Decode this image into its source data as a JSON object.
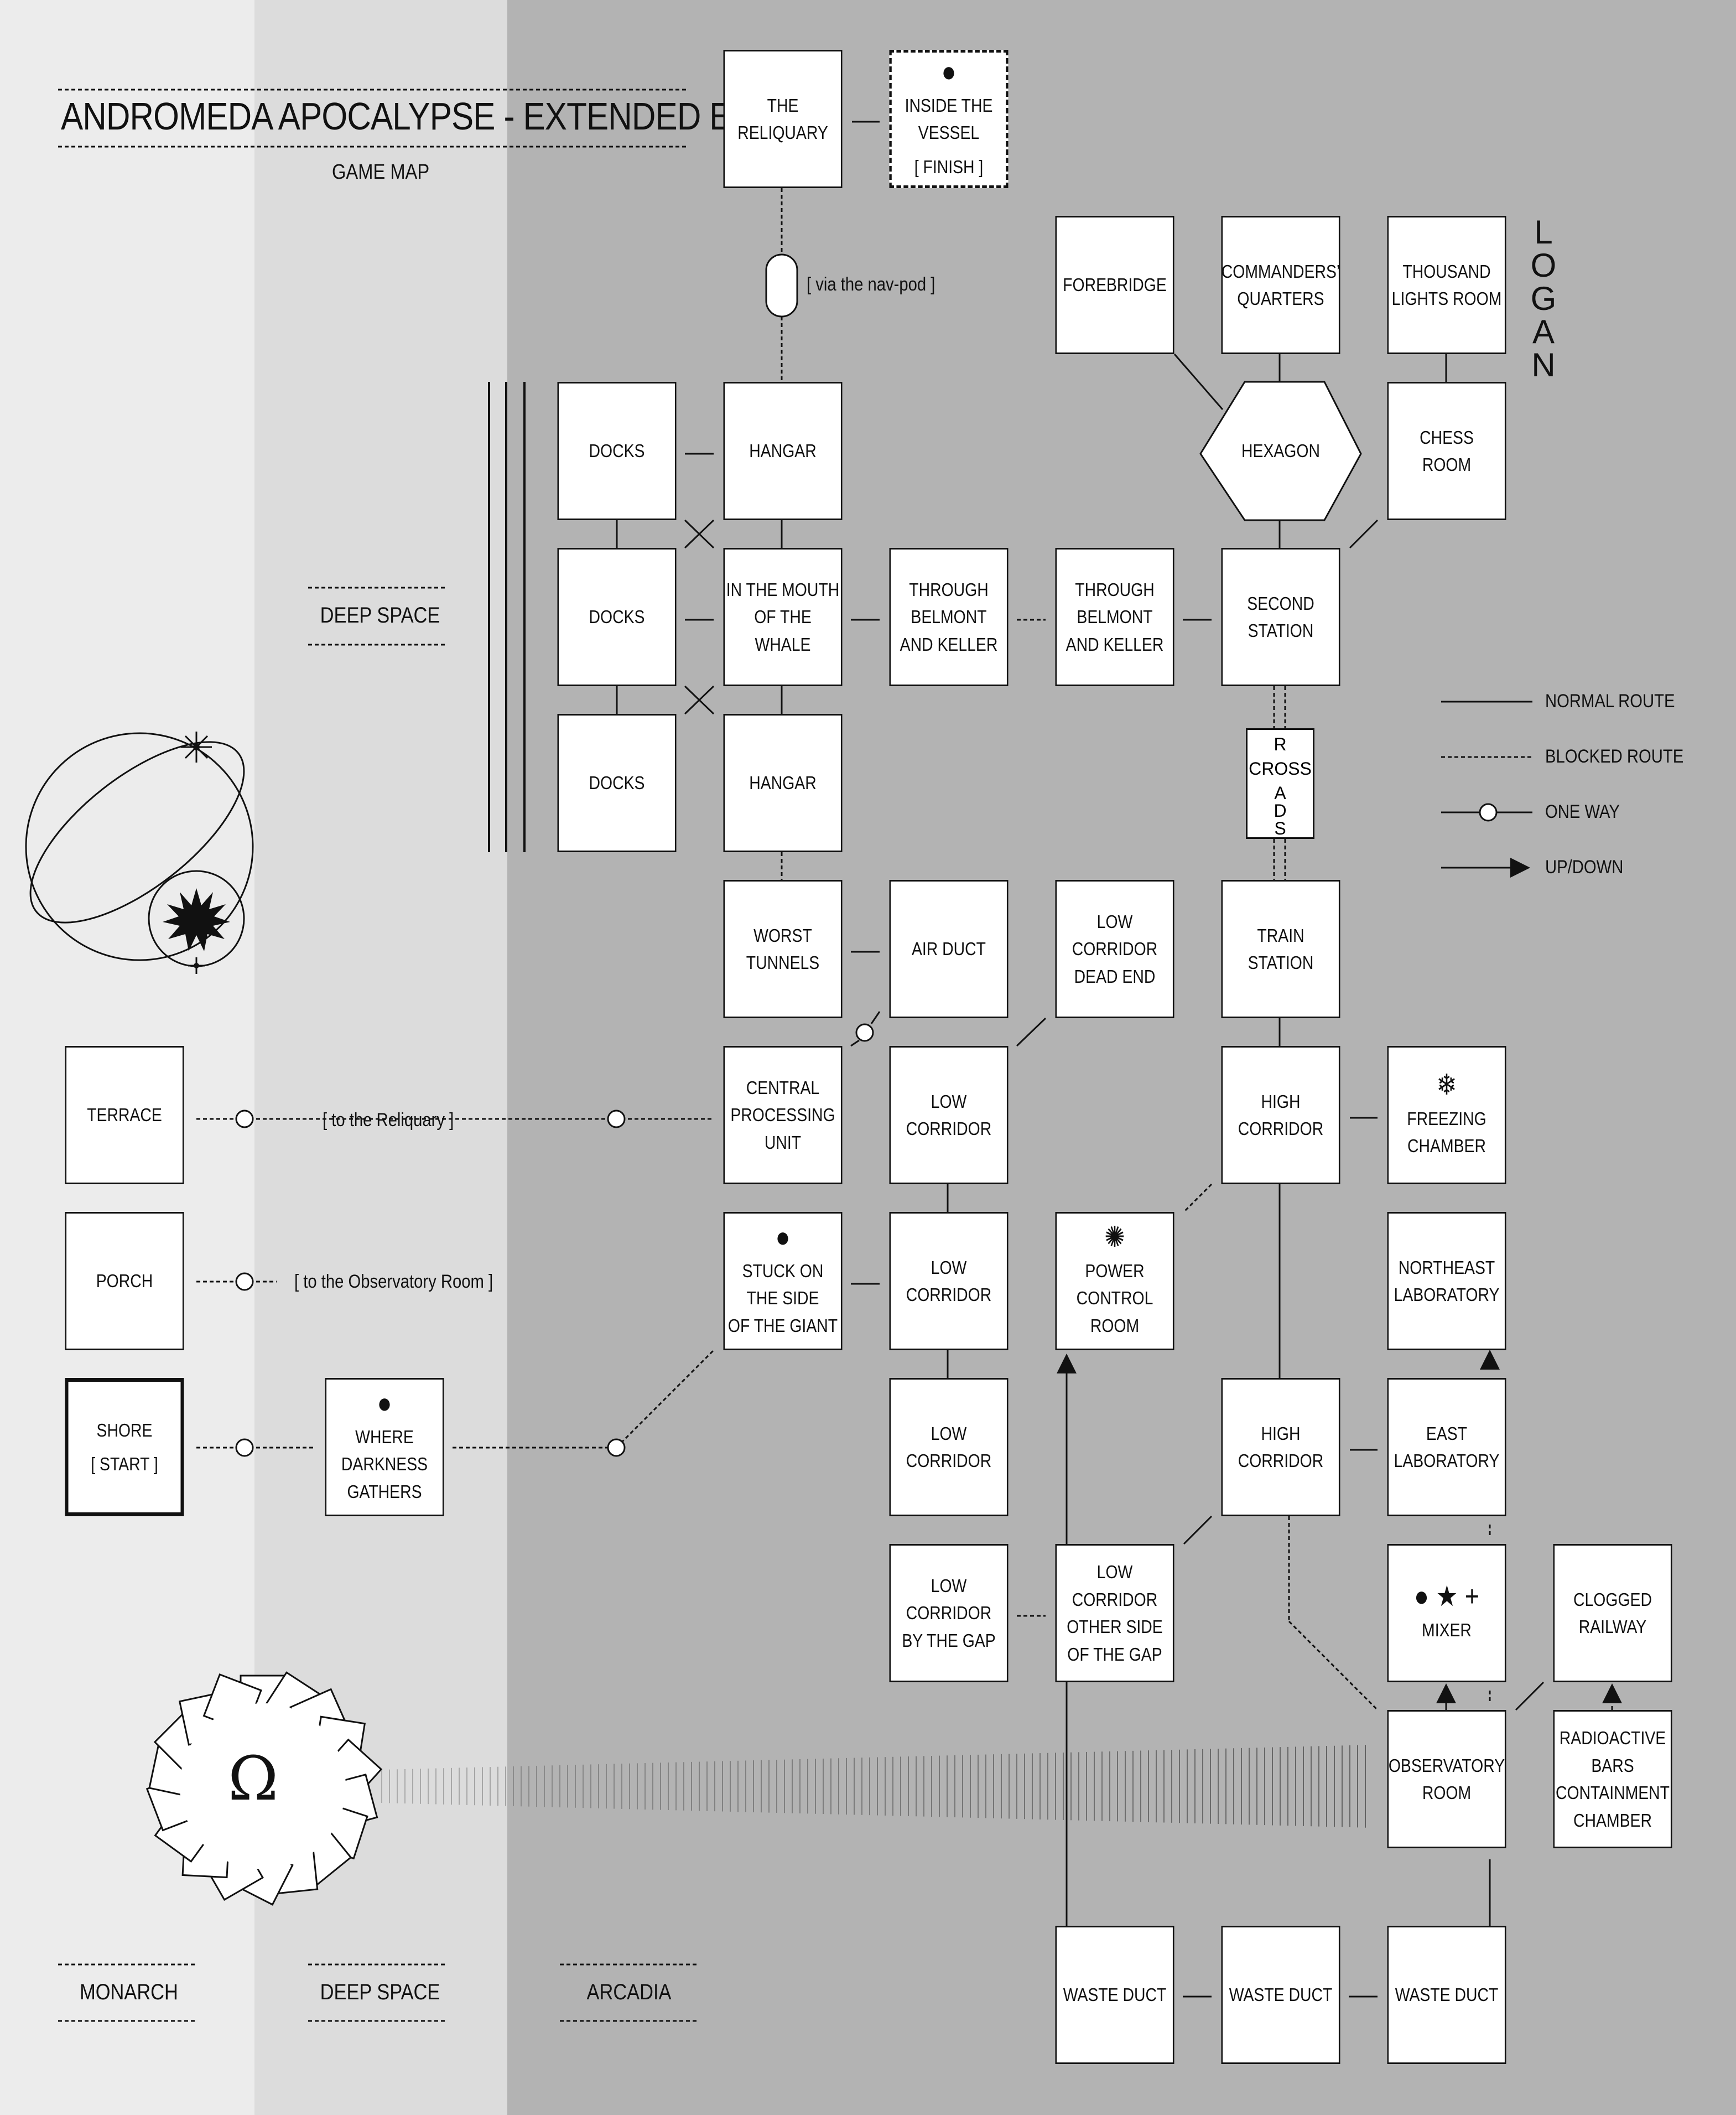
{
  "header": {
    "title": "ANDROMEDA APOCALYPSE - EXTENDED EDITION",
    "subtitle": "GAME MAP"
  },
  "regions": {
    "deep_space_label": "DEEP SPACE",
    "monarch": "MONARCH",
    "deep_space": "DEEP SPACE",
    "arcadia": "ARCADIA",
    "logan": "LOGAN",
    "colors": {
      "monarch": "#ececec",
      "deep_space": "#dcdcdc",
      "arcadia": "#b3b3b3"
    }
  },
  "rooms": {
    "reliquary": "THE RELIQUARY",
    "inside_vessel": "INSIDE THE VESSEL",
    "inside_vessel_tag": "[ FINISH ]",
    "forebridge": "FOREBRIDGE",
    "commanders_quarters": "COMMANDERS’\nQUARTERS",
    "thousand_lights": "THOUSAND\nLIGHTS ROOM",
    "docks_1": "DOCKS",
    "hangar_1": "HANGAR",
    "hexagon": "HEXAGON",
    "chess_room": "CHESS\nROOM",
    "docks_2": "DOCKS",
    "mouth_whale": "IN THE MOUTH\nOF THE WHALE",
    "belmont_keller_1": "THROUGH\nBELMONT\nAND KELLER",
    "belmont_keller_2": "THROUGH\nBELMONT\nAND KELLER",
    "second_station": "SECOND STATION",
    "docks_3": "DOCKS",
    "hangar_2": "HANGAR",
    "crossroads_h": "CROSS",
    "crossroads_v": "ROADS",
    "worst_tunnels": "WORST TUNNELS",
    "air_duct": "AIR DUCT",
    "low_corridor_dead_end": "LOW CORRIDOR\nDEAD END",
    "train_station": "TRAIN STATION",
    "terrace": "TERRACE",
    "cpu": "CENTRAL\nPROCESSING\nUNIT",
    "low_corridor_1": "LOW CORRIDOR",
    "high_corridor_1": "HIGH CORRIDOR",
    "freezing_chamber": "FREEZING\nCHAMBER",
    "porch": "PORCH",
    "stuck_giant": "STUCK ON THE SIDE\nOF THE GIANT",
    "low_corridor_2": "LOW CORRIDOR",
    "power_control": "POWER CONTROL\nROOM",
    "northeast_lab": "NORTHEAST\nLABORATORY",
    "shore": "SHORE",
    "shore_tag": "[ START ]",
    "where_darkness": "WHERE DARKNESS\nGATHERS",
    "low_corridor_3": "LOW CORRIDOR",
    "high_corridor_2": "HIGH CORRIDOR",
    "east_lab": "EAST\nLABORATORY",
    "low_corridor_gap": "LOW CORRIDOR\nBY THE GAP",
    "low_corridor_other_side": "LOW CORRIDOR\nOTHER SIDE\nOF THE GAP",
    "mixer": "MIXER",
    "mixer_icons": "● ★ +",
    "clogged_railway": "CLOGGED\nRAILWAY",
    "observatory_room": "OBSERVATORY\nROOM",
    "radioactive_bars": "RADIOACTIVE BARS\nCONTAINMENT\nCHAMBER",
    "waste_duct_1": "WASTE DUCT",
    "waste_duct_2": "WASTE DUCT",
    "waste_duct_3": "WASTE DUCT"
  },
  "route_labels": {
    "nav_pod": "[ via the nav-pod ]",
    "to_reliquary": "[ to the Reliquary ]",
    "to_observatory": "[ to the Observatory Room ]"
  },
  "legend": {
    "normal": "NORMAL ROUTE",
    "blocked": "BLOCKED ROUTE",
    "one_way": "ONE WAY",
    "up_down": "UP/DOWN"
  },
  "symbols": {
    "omega": "Ω",
    "snowflake": "❄",
    "sunburst": "✺"
  }
}
